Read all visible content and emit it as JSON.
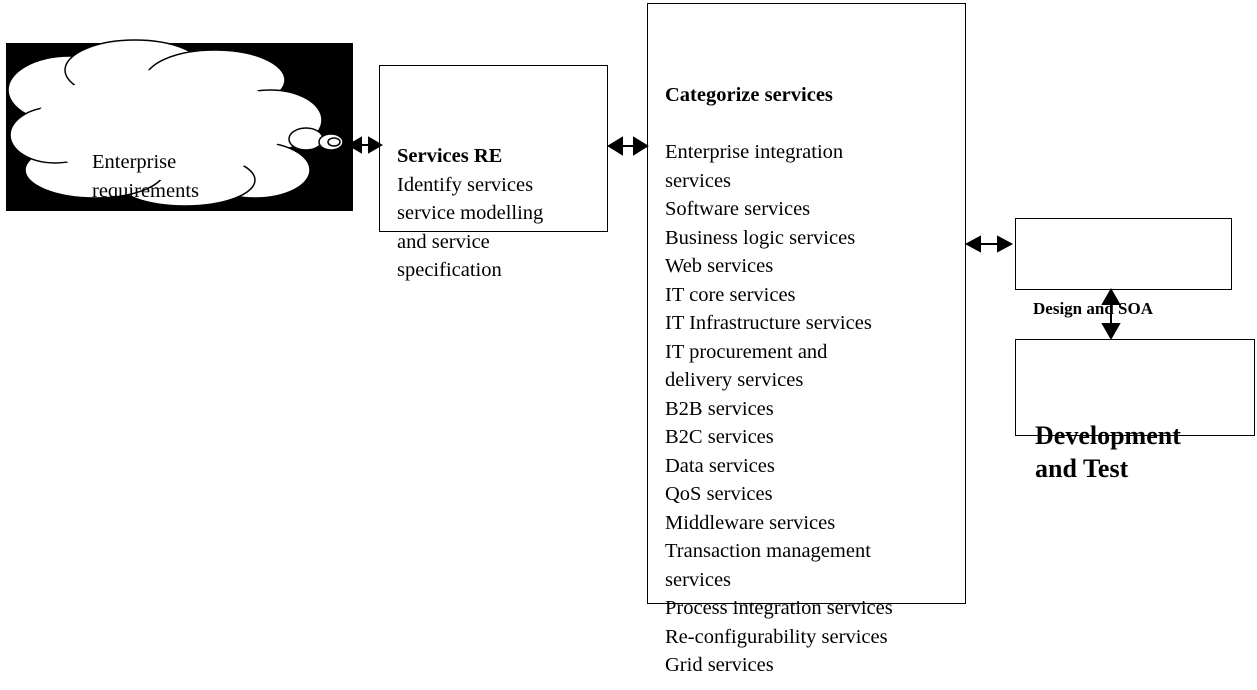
{
  "cloud": {
    "label_line1": "Enterprise",
    "label_line2": "requirements"
  },
  "services_re": {
    "title": "Services RE",
    "lines": [
      "Identify services",
      "service modelling",
      "and service",
      "specification"
    ]
  },
  "categorize": {
    "title": "Categorize services",
    "items": [
      "Enterprise integration",
      "services",
      "Software services",
      "Business logic services",
      "Web services",
      "IT core services",
      "IT Infrastructure services",
      "IT procurement and",
      "delivery services",
      "B2B  services",
      "B2C  services",
      "Data  services",
      "QoS services",
      "Middleware services",
      "Transaction management",
      "services",
      "Process  integration  services",
      "Re-configurability   services",
      "Grid services"
    ]
  },
  "design": {
    "label": "Design and SOA"
  },
  "development": {
    "line1": "Development",
    "line2": "and Test"
  }
}
